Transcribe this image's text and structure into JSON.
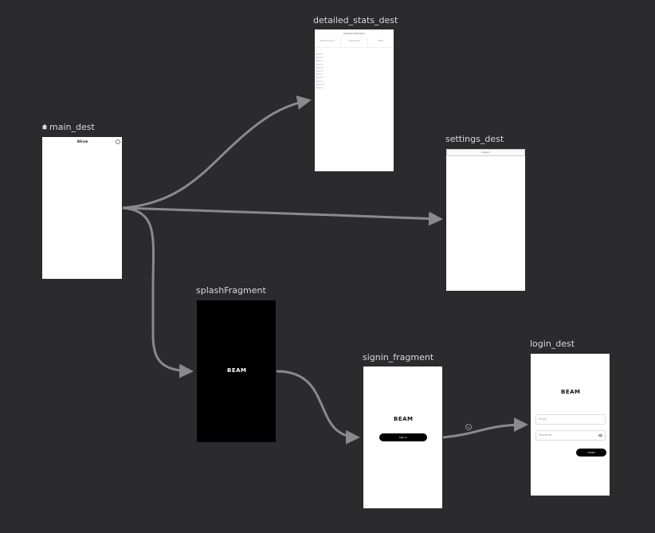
{
  "destinations": {
    "main": {
      "label": "main_dest",
      "logo": "BEam",
      "is_start": true
    },
    "detailed_stats": {
      "label": "detailed_stats_dest",
      "title": "Detailed Statistics",
      "tabs": [
        "Participation",
        "Demands",
        "Total"
      ],
      "rows": [
        "Week 1",
        "Week 2",
        "Week 3",
        "Week 4",
        "Week 5",
        "Week 6",
        "Week 7",
        "Week 8",
        "Week 9",
        "Week 10",
        "Week 11"
      ]
    },
    "settings": {
      "label": "settings_dest",
      "logout_label": "Logout"
    },
    "splash": {
      "label": "splashFragment",
      "logo": "BEAM"
    },
    "signin": {
      "label": "signin_fragment",
      "logo": "BEAM",
      "button_label": "Sign In"
    },
    "login": {
      "label": "login_dest",
      "logo": "BEAM",
      "email_placeholder": "Email",
      "password_placeholder": "Password",
      "button_label": "LOGIN"
    }
  },
  "colors": {
    "canvas": "#2b2b2d",
    "arrow": "#8a8a8a",
    "label": "#d9d9d9"
  },
  "icons": [
    "home-icon",
    "gear-icon",
    "eye-icon",
    "condition-icon"
  ]
}
